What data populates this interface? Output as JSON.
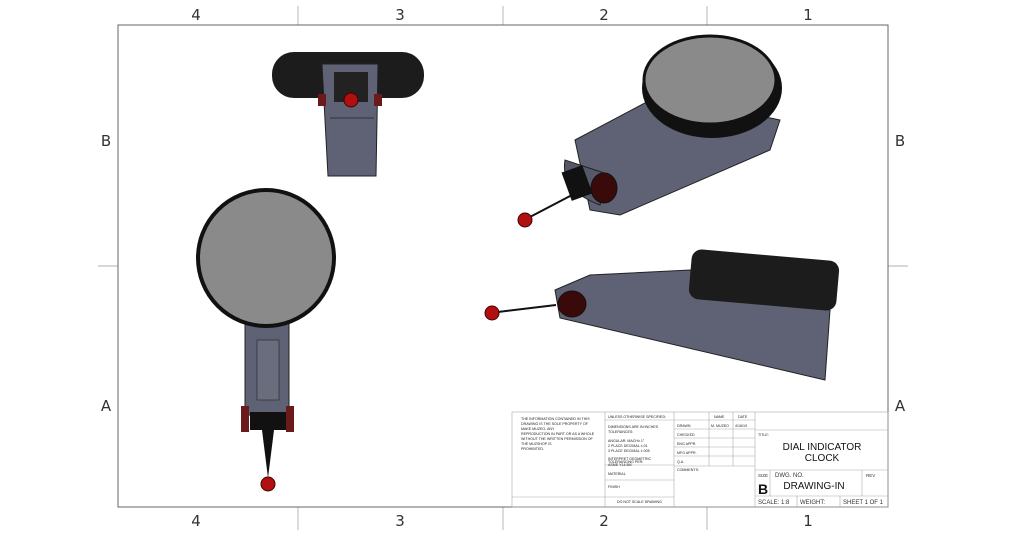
{
  "sheet": {
    "zones_columns": [
      "4",
      "3",
      "2",
      "1"
    ],
    "zones_rows": [
      "B",
      "A"
    ]
  },
  "title_block": {
    "notice": [
      "THE INFORMATION CONTAINED IN THIS",
      "DRAWING IS THE SOLE PROPERTY OF",
      "MAKE MUZEO.  ANY",
      "REPRODUCTION IN PART OR AS A WHOLE",
      "WITHOUT THE WRITTEN PERMISSION OF",
      "THE MUZSHOP IS",
      "PROHIBITED."
    ],
    "unless_specified": "UNLESS OTHERWISE SPECIFIED:",
    "dimensions": [
      "DIMENSIONS ARE IN INCHES",
      "TOLERANCES:"
    ],
    "tolerances": [
      "ANGULAR: MACH± 1°",
      "2 PLACE DECIMAL   ±.01",
      "3 PLACE DECIMAL   ±.005"
    ],
    "interpret": [
      "INTERPRET GEOMETRIC",
      "TOLERANCING PER:",
      "ASME Y14.5M"
    ],
    "material": "MATERIAL",
    "finish": "FINISH",
    "do_not_scale": "DO NOT SCALE DRAWING",
    "name_header": "NAME",
    "date_header": "DATE",
    "rows": [
      "DRAWN",
      "CHECKED",
      "ENG APPR.",
      "MFG APPR.",
      "Q.A.",
      "COMMENTS:"
    ],
    "drawn_name": "M. MUZEO",
    "drawn_date": "4/16/19",
    "title_label": "TITLE:",
    "title_line1": "DIAL INDICATOR",
    "title_line2": "CLOCK",
    "size_label": "SIZE",
    "size": "B",
    "dwg_no_label": "DWG.  NO.",
    "dwg_no": "DRAWING-IN",
    "rev_label": "REV",
    "scale": "SCALE: 1:8",
    "weight": "WEIGHT:",
    "sheet": "SHEET 1 OF 1"
  },
  "colors": {
    "body": "#5f6274",
    "dial": "#8a8a8a",
    "rim": "#1a1a1a",
    "tip": "#b01010"
  }
}
